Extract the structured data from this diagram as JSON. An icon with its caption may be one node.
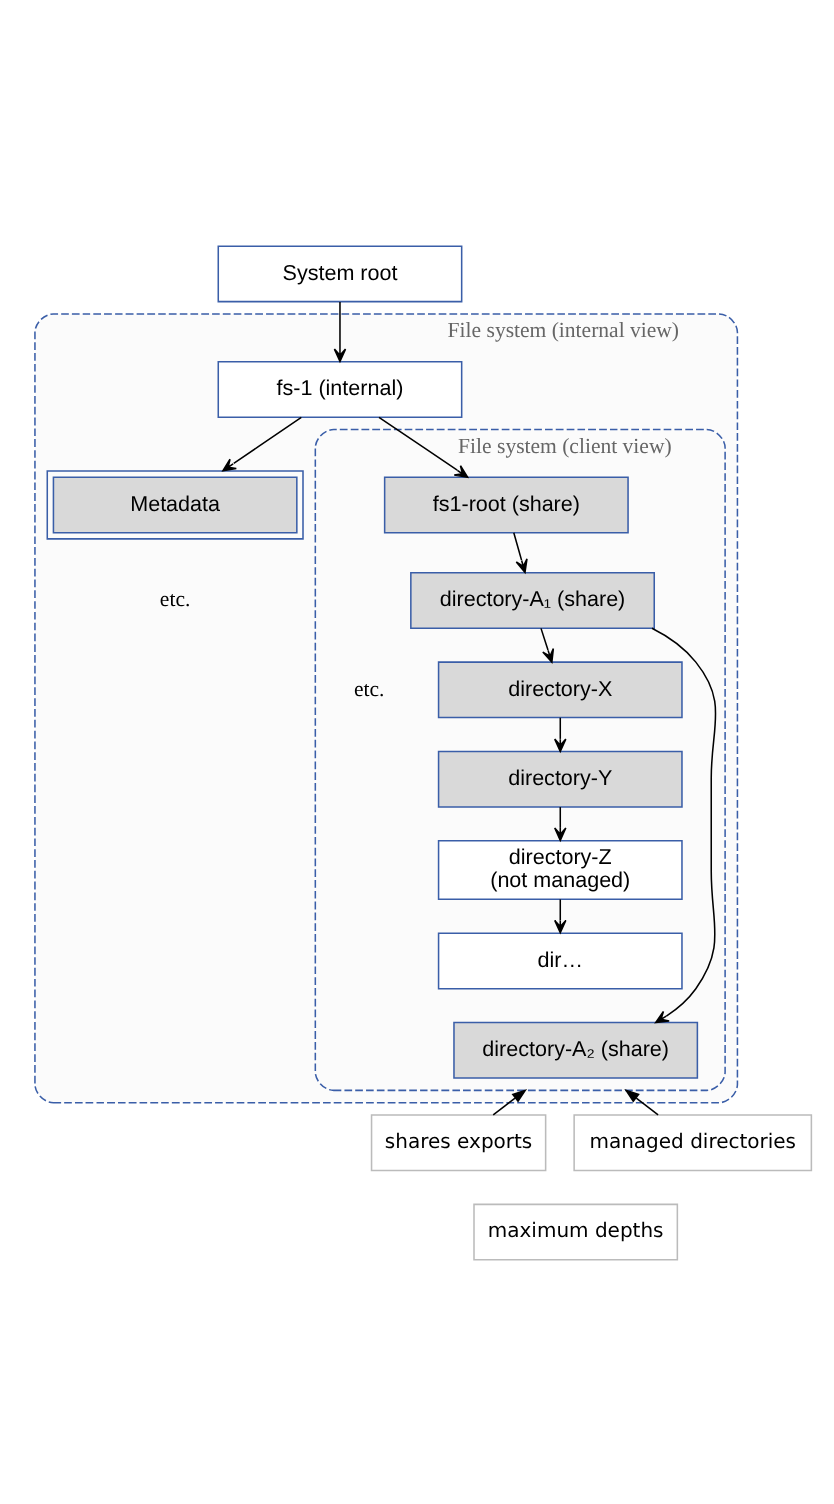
{
  "diagram": {
    "nodes": [
      {
        "text": [
          "System root"
        ]
      },
      {
        "text": [
          "File system (internal view)"
        ]
      },
      {
        "text": [
          "fs-1 (internal)"
        ],
        "in": 1
      },
      {
        "text": [
          "Metadata"
        ],
        "in": 1
      },
      {
        "text": [
          "File system (client view)"
        ],
        "in": 1
      },
      {
        "text": [
          "fs1-root (share)"
        ],
        "in": 4
      },
      {
        "text": [
          "directory-A₁ (share)"
        ],
        "in": 4
      },
      {
        "text": [
          "directory-X"
        ],
        "in": 4
      },
      {
        "text": [
          "directory-Y"
        ],
        "in": 4
      },
      {
        "text": [
          "directory-Z",
          "(not managed)"
        ],
        "in": 4
      },
      {
        "text": [
          "dir…"
        ],
        "in": 4
      },
      {
        "text": [
          "directory-A₂ (share)"
        ],
        "in": 4
      },
      {
        "text": [
          "shares exports"
        ]
      },
      {
        "text": [
          "managed directories"
        ]
      },
      {
        "text": [
          "maximum depths"
        ]
      }
    ],
    "edges": [
      {
        "from": 0,
        "to": 2,
        "arrow": "to"
      },
      {
        "from": 2,
        "to": 3,
        "arrow": "to"
      },
      {
        "from": 2,
        "to": 5,
        "arrow": "to"
      },
      {
        "from": 5,
        "to": 6,
        "arrow": "to"
      },
      {
        "from": 6,
        "to": 7,
        "arrow": "to"
      },
      {
        "from": 7,
        "to": 8,
        "arrow": "to"
      },
      {
        "from": 8,
        "to": 9,
        "arrow": "to"
      },
      {
        "from": 9,
        "to": 10,
        "arrow": "to"
      },
      {
        "from": 6,
        "to": 11,
        "arrow": "to"
      },
      {
        "from": 12,
        "to": 4,
        "arrow": "to"
      },
      {
        "from": 13,
        "to": 4,
        "arrow": "to"
      }
    ],
    "labels": [
      "etc.",
      "etc."
    ]
  }
}
